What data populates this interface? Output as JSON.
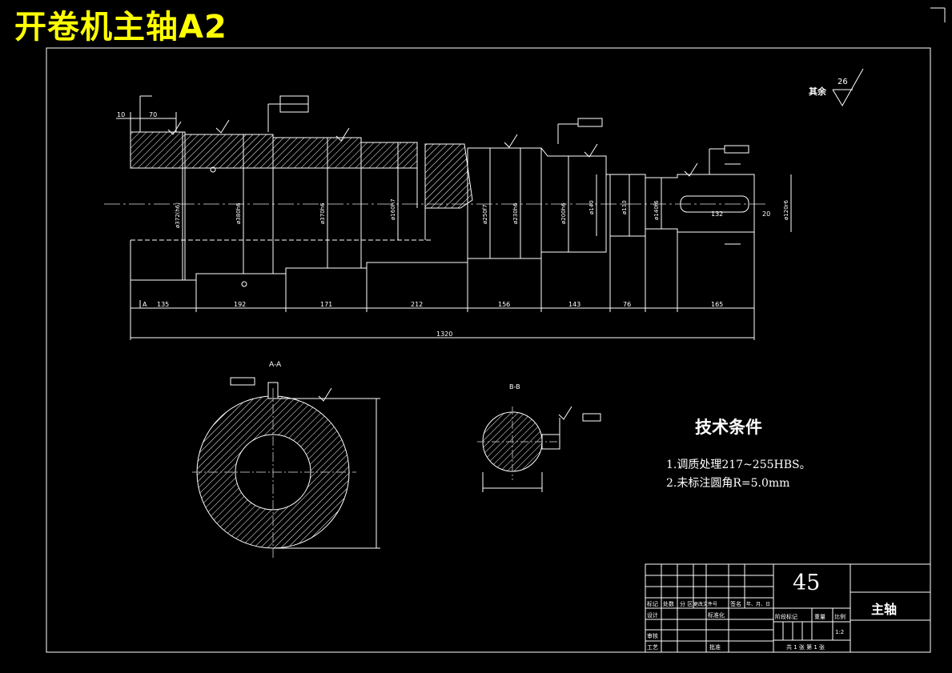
{
  "title": "开卷机主轴A2",
  "roughness": {
    "label": "其余",
    "value": "26"
  },
  "sections": {
    "a": "A-A",
    "b": "B-B"
  },
  "dimensions": {
    "lengths": [
      "A",
      "135",
      "192",
      "171",
      "212",
      "156",
      "143",
      "76",
      "165"
    ],
    "total": "1320",
    "top_left": [
      "10",
      "70"
    ],
    "keyway": [
      "132",
      "20"
    ],
    "diameters": [
      "ø372(h6)",
      "ø380h6",
      "ø370h6",
      "ø160h7",
      "ø250f7",
      "ø230h6",
      "ø200h6",
      "ø140",
      "ø130",
      "ø140f6",
      "ø120r6"
    ]
  },
  "tech": {
    "title": "技术条件",
    "notes": [
      "1.调质处理217~255HBS。",
      "2.未标注圆角R=5.0mm"
    ]
  },
  "title_block": {
    "material": "45",
    "part_name": "主轴",
    "row_labels": [
      "标记",
      "处数",
      "分 区",
      "更改文件号",
      "签名",
      "年、月、日"
    ],
    "design": "设计",
    "standardize": "标准化",
    "stage_mark": "阶段标记",
    "weight": "重量",
    "scale_label": "比例",
    "scale": "1:2",
    "review": "审核",
    "process": "工艺",
    "approve": "批准",
    "sheets": "共 1 张   第 1 张"
  }
}
